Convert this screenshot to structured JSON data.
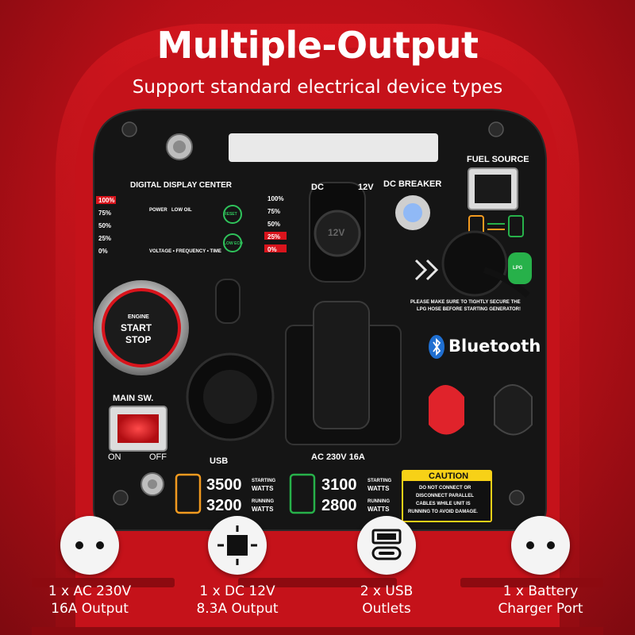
{
  "header": {
    "title": "Multiple-Output",
    "subtitle": "Support standard electrical device types"
  },
  "panel": {
    "display_label": "DIGITAL DISPLAY CENTER",
    "power": "POWER",
    "low_oil": "LOW OIL",
    "reset": "RESET",
    "low_eco": "LOW ECO",
    "vft": "VOLTAGE • FREQUENCY • TIME",
    "left_battery": [
      "100%",
      "75%",
      "50%",
      "25%",
      "0%"
    ],
    "right_battery": [
      "100%",
      "75%",
      "50%",
      "25%",
      "0%"
    ],
    "dc": "DC",
    "v12": "12V",
    "socket_12v": "12V",
    "dc_breaker": "DC BREAKER",
    "fuel_source": "FUEL SOURCE",
    "lpg": "LPG",
    "lpg_warning_1": "PLEASE MAKE SURE TO TIGHTLY SECURE THE",
    "lpg_warning_2": "LPG HOSE BEFORE STARTING GENERATOR!",
    "bluetooth": "Bluetooth",
    "engine": "ENGINE",
    "start": "START",
    "stop": "STOP",
    "main_sw": "MAIN SW.",
    "on": "ON",
    "off": "OFF",
    "usb": "USB",
    "ac_label": "AC 230V 16A",
    "gas_starting": "3500",
    "gas_running": "3200",
    "lpg_starting": "3100",
    "lpg_running": "2800",
    "starting": "STARTING",
    "running": "RUNNING",
    "watts": "WATTS",
    "caution_title": "CAUTION",
    "caution_1": "DO NOT CONNECT OR",
    "caution_2": "DISCONNECT PARALLEL",
    "caution_3": "CABLES WHILE UNIT IS",
    "caution_4": "RUNNING TO AVOID DAMAGE."
  },
  "features": [
    {
      "line1": "1 x AC 230V",
      "line2": "16A Output",
      "icon": "ac-socket-icon"
    },
    {
      "line1": "1 x DC 12V",
      "line2": "8.3A Output",
      "icon": "dc-socket-icon"
    },
    {
      "line1": "2 x USB",
      "line2": "Outlets",
      "icon": "usb-icon"
    },
    {
      "line1": "1 x Battery",
      "line2": "Charger Port",
      "icon": "battery-port-icon"
    }
  ],
  "colors": {
    "body_red": "#c8121b",
    "panel_black": "#141414",
    "gas_orange": "#f29a1f",
    "lpg_green": "#27b14a",
    "caution_yellow": "#f7d117",
    "bluetooth_blue": "#1f6fd1"
  }
}
